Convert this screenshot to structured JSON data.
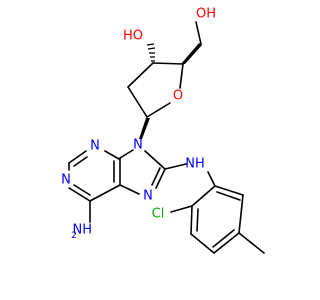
{
  "molecule": {
    "atoms": {
      "ho_top": "HO",
      "oh_right": "OH",
      "o_ring": "O",
      "n9": "N",
      "n3": "N",
      "n1": "N",
      "n7": "N",
      "nh_amine": "NH",
      "nh2": "NH",
      "nh2_sub": "2",
      "cl": "Cl"
    }
  },
  "colors": {
    "oxygen": "#ff0000",
    "nitrogen": "#0000ff",
    "chlorine": "#00b000",
    "carbon": "#000000"
  }
}
